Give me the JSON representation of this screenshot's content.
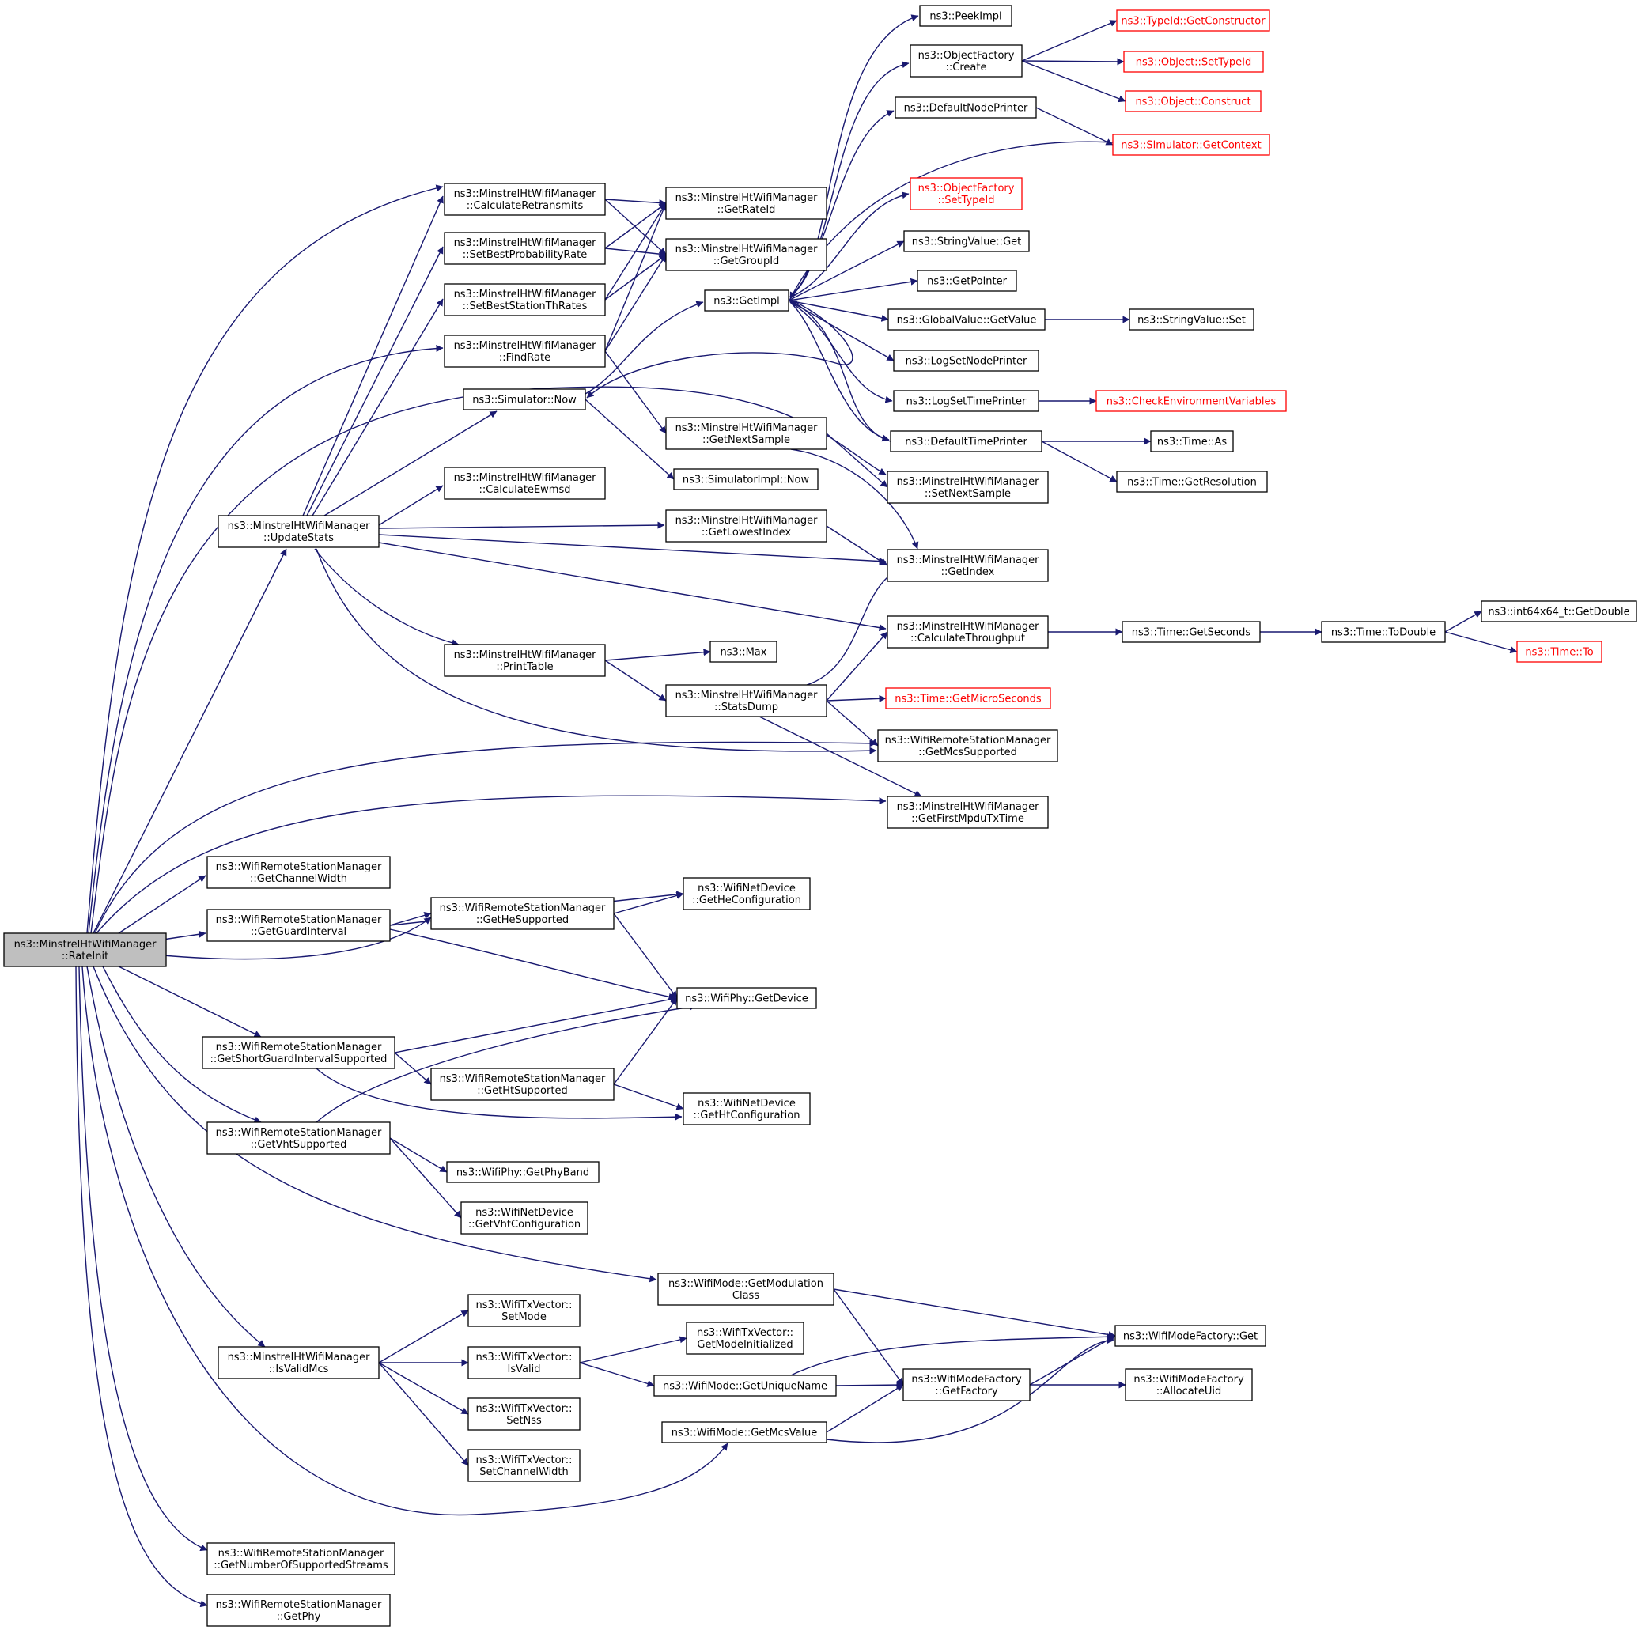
{
  "diagram": {
    "type": "call-graph",
    "colors": {
      "edge": "#191970",
      "node_border": "#000000",
      "truncated_border": "#ff0000",
      "truncated_text": "#ff0000",
      "current_fill": "#bfbfbf",
      "background": "#ffffff"
    },
    "nodes": [
      {
        "id": "rateinit",
        "lines": [
          "ns3::MinstrelHtWifiManager",
          "::RateInit"
        ],
        "style": "current"
      },
      {
        "id": "calcretrans",
        "lines": [
          "ns3::MinstrelHtWifiManager",
          "::CalculateRetransmits"
        ]
      },
      {
        "id": "setbestprob",
        "lines": [
          "ns3::MinstrelHtWifiManager",
          "::SetBestProbabilityRate"
        ]
      },
      {
        "id": "setbestth",
        "lines": [
          "ns3::MinstrelHtWifiManager",
          "::SetBestStationThRates"
        ]
      },
      {
        "id": "findrate",
        "lines": [
          "ns3::MinstrelHtWifiManager",
          "::FindRate"
        ]
      },
      {
        "id": "simnow",
        "lines": [
          "ns3::Simulator::Now"
        ]
      },
      {
        "id": "calcewmsd",
        "lines": [
          "ns3::MinstrelHtWifiManager",
          "::CalculateEwmsd"
        ]
      },
      {
        "id": "updatestats",
        "lines": [
          "ns3::MinstrelHtWifiManager",
          "::UpdateStats"
        ]
      },
      {
        "id": "printtable",
        "lines": [
          "ns3::MinstrelHtWifiManager",
          "::PrintTable"
        ]
      },
      {
        "id": "getrateid",
        "lines": [
          "ns3::MinstrelHtWifiManager",
          "::GetRateId"
        ]
      },
      {
        "id": "getgroupid",
        "lines": [
          "ns3::MinstrelHtWifiManager",
          "::GetGroupId"
        ]
      },
      {
        "id": "getimpl",
        "lines": [
          "ns3::GetImpl"
        ]
      },
      {
        "id": "getnextsample",
        "lines": [
          "ns3::MinstrelHtWifiManager",
          "::GetNextSample"
        ]
      },
      {
        "id": "simimplnow",
        "lines": [
          "ns3::SimulatorImpl::Now"
        ]
      },
      {
        "id": "getlowestindex",
        "lines": [
          "ns3::MinstrelHtWifiManager",
          "::GetLowestIndex"
        ]
      },
      {
        "id": "max",
        "lines": [
          "ns3::Max"
        ]
      },
      {
        "id": "statsdump",
        "lines": [
          "ns3::MinstrelHtWifiManager",
          "::StatsDump"
        ]
      },
      {
        "id": "peekimpl",
        "lines": [
          "ns3::PeekImpl"
        ]
      },
      {
        "id": "ofcreate",
        "lines": [
          "ns3::ObjectFactory",
          "::Create"
        ]
      },
      {
        "id": "defnodeprinter",
        "lines": [
          "ns3::DefaultNodePrinter"
        ]
      },
      {
        "id": "ofsettypeid",
        "lines": [
          "ns3::ObjectFactory",
          "::SetTypeId"
        ],
        "style": "truncated"
      },
      {
        "id": "strvalget",
        "lines": [
          "ns3::StringValue::Get"
        ]
      },
      {
        "id": "getpointer",
        "lines": [
          "ns3::GetPointer"
        ]
      },
      {
        "id": "gvgetvalue",
        "lines": [
          "ns3::GlobalValue::GetValue"
        ]
      },
      {
        "id": "logsetnode",
        "lines": [
          "ns3::LogSetNodePrinter"
        ]
      },
      {
        "id": "logsettime",
        "lines": [
          "ns3::LogSetTimePrinter"
        ]
      },
      {
        "id": "deftimeprinter",
        "lines": [
          "ns3::DefaultTimePrinter"
        ]
      },
      {
        "id": "setnextsample",
        "lines": [
          "ns3::MinstrelHtWifiManager",
          "::SetNextSample"
        ]
      },
      {
        "id": "getindex",
        "lines": [
          "ns3::MinstrelHtWifiManager",
          "::GetIndex"
        ]
      },
      {
        "id": "calcthroughput",
        "lines": [
          "ns3::MinstrelHtWifiManager",
          "::CalculateThroughput"
        ]
      },
      {
        "id": "getmcssupported",
        "lines": [
          "ns3::WifiRemoteStationManager",
          "::GetMcsSupported"
        ]
      },
      {
        "id": "getfirstmpdu",
        "lines": [
          "ns3::MinstrelHtWifiManager",
          "::GetFirstMpduTxTime"
        ]
      },
      {
        "id": "typeidgetctor",
        "lines": [
          "ns3::TypeId::GetConstructor"
        ],
        "style": "truncated"
      },
      {
        "id": "objsettypeid",
        "lines": [
          "ns3::Object::SetTypeId"
        ],
        "style": "truncated"
      },
      {
        "id": "objconstruct",
        "lines": [
          "ns3::Object::Construct"
        ],
        "style": "truncated"
      },
      {
        "id": "simgetcontext",
        "lines": [
          "ns3::Simulator::GetContext"
        ],
        "style": "truncated"
      },
      {
        "id": "strvalset",
        "lines": [
          "ns3::StringValue::Set"
        ]
      },
      {
        "id": "checkenv",
        "lines": [
          "ns3::CheckEnvironmentVariables"
        ],
        "style": "truncated"
      },
      {
        "id": "timeas",
        "lines": [
          "ns3::Time::As"
        ]
      },
      {
        "id": "timegetres",
        "lines": [
          "ns3::Time::GetResolution"
        ]
      },
      {
        "id": "timegetsec",
        "lines": [
          "ns3::Time::GetSeconds"
        ]
      },
      {
        "id": "timetodouble",
        "lines": [
          "ns3::Time::ToDouble"
        ]
      },
      {
        "id": "int64getdouble",
        "lines": [
          "ns3::int64x64_t::GetDouble"
        ]
      },
      {
        "id": "timeto",
        "lines": [
          "ns3::Time::To"
        ],
        "style": "truncated"
      },
      {
        "id": "timegetmicro",
        "lines": [
          "ns3::Time::GetMicroSeconds"
        ],
        "style": "truncated"
      },
      {
        "id": "getchanwidth",
        "lines": [
          "ns3::WifiRemoteStationManager",
          "::GetChannelWidth"
        ]
      },
      {
        "id": "getguardint",
        "lines": [
          "ns3::WifiRemoteStationManager",
          "::GetGuardInterval"
        ]
      },
      {
        "id": "gethesupported",
        "lines": [
          "ns3::WifiRemoteStationManager",
          "::GetHeSupported"
        ]
      },
      {
        "id": "getheconfig",
        "lines": [
          "ns3::WifiNetDevice",
          "::GetHeConfiguration"
        ]
      },
      {
        "id": "phygetdevice",
        "lines": [
          "ns3::WifiPhy::GetDevice"
        ]
      },
      {
        "id": "getsgisupported",
        "lines": [
          "ns3::WifiRemoteStationManager",
          "::GetShortGuardIntervalSupported"
        ]
      },
      {
        "id": "gethtsupported",
        "lines": [
          "ns3::WifiRemoteStationManager",
          "::GetHtSupported"
        ]
      },
      {
        "id": "gethtconfig",
        "lines": [
          "ns3::WifiNetDevice",
          "::GetHtConfiguration"
        ]
      },
      {
        "id": "getvhtsupported",
        "lines": [
          "ns3::WifiRemoteStationManager",
          "::GetVhtSupported"
        ]
      },
      {
        "id": "getphyband",
        "lines": [
          "ns3::WifiPhy::GetPhyBand"
        ]
      },
      {
        "id": "getvhtconfig",
        "lines": [
          "ns3::WifiNetDevice",
          "::GetVhtConfiguration"
        ]
      },
      {
        "id": "getmodclass",
        "lines": [
          "ns3::WifiMode::GetModulation",
          "Class"
        ]
      },
      {
        "id": "modefactoryget",
        "lines": [
          "ns3::WifiModeFactory::Get"
        ]
      },
      {
        "id": "txsetmode",
        "lines": [
          "ns3::WifiTxVector::",
          "SetMode"
        ]
      },
      {
        "id": "isvalidmcs",
        "lines": [
          "ns3::MinstrelHtWifiManager",
          "::IsValidMcs"
        ]
      },
      {
        "id": "txisvalid",
        "lines": [
          "ns3::WifiTxVector::",
          "IsValid"
        ]
      },
      {
        "id": "txgetmodeinit",
        "lines": [
          "ns3::WifiTxVector::",
          "GetModeInitialized"
        ]
      },
      {
        "id": "getuniquename",
        "lines": [
          "ns3::WifiMode::GetUniqueName"
        ]
      },
      {
        "id": "modefactorygetfactory",
        "lines": [
          "ns3::WifiModeFactory",
          "::GetFactory"
        ]
      },
      {
        "id": "allocuid",
        "lines": [
          "ns3::WifiModeFactory",
          "::AllocateUid"
        ]
      },
      {
        "id": "txsetnss",
        "lines": [
          "ns3::WifiTxVector::",
          "SetNss"
        ]
      },
      {
        "id": "getmcsvalue",
        "lines": [
          "ns3::WifiMode::GetMcsValue"
        ]
      },
      {
        "id": "txsetchanwidth",
        "lines": [
          "ns3::WifiTxVector::",
          "SetChannelWidth"
        ]
      },
      {
        "id": "getnumstreams",
        "lines": [
          "ns3::WifiRemoteStationManager",
          "::GetNumberOfSupportedStreams"
        ]
      },
      {
        "id": "getphy",
        "lines": [
          "ns3::WifiRemoteStationManager",
          "::GetPhy"
        ]
      }
    ],
    "edges": [
      [
        "rateinit",
        "calcretrans"
      ],
      [
        "rateinit",
        "findrate"
      ],
      [
        "rateinit",
        "setnextsample"
      ],
      [
        "rateinit",
        "updatestats"
      ],
      [
        "rateinit",
        "getmcssupported"
      ],
      [
        "rateinit",
        "getfirstmpdu"
      ],
      [
        "rateinit",
        "getchanwidth"
      ],
      [
        "rateinit",
        "getguardint"
      ],
      [
        "rateinit",
        "gethesupported"
      ],
      [
        "rateinit",
        "getsgisupported"
      ],
      [
        "rateinit",
        "getvhtsupported"
      ],
      [
        "rateinit",
        "getmodclass"
      ],
      [
        "rateinit",
        "isvalidmcs"
      ],
      [
        "rateinit",
        "getmcsvalue"
      ],
      [
        "rateinit",
        "getnumstreams"
      ],
      [
        "rateinit",
        "getphy"
      ],
      [
        "calcretrans",
        "getrateid"
      ],
      [
        "calcretrans",
        "getgroupid"
      ],
      [
        "setbestprob",
        "getrateid"
      ],
      [
        "setbestprob",
        "getgroupid"
      ],
      [
        "setbestth",
        "getrateid"
      ],
      [
        "setbestth",
        "getgroupid"
      ],
      [
        "findrate",
        "getrateid"
      ],
      [
        "findrate",
        "getgroupid"
      ],
      [
        "findrate",
        "getnextsample"
      ],
      [
        "simnow",
        "getimpl"
      ],
      [
        "simnow",
        "simimplnow"
      ],
      [
        "updatestats",
        "calcretrans"
      ],
      [
        "updatestats",
        "setbestprob"
      ],
      [
        "updatestats",
        "setbestth"
      ],
      [
        "updatestats",
        "simnow"
      ],
      [
        "updatestats",
        "calcewmsd"
      ],
      [
        "updatestats",
        "getlowestindex"
      ],
      [
        "updatestats",
        "getindex"
      ],
      [
        "updatestats",
        "calcthroughput"
      ],
      [
        "updatestats",
        "printtable"
      ],
      [
        "updatestats",
        "getmcssupported"
      ],
      [
        "printtable",
        "max"
      ],
      [
        "printtable",
        "statsdump"
      ],
      [
        "getimpl",
        "peekimpl"
      ],
      [
        "getimpl",
        "ofcreate"
      ],
      [
        "getimpl",
        "defnodeprinter"
      ],
      [
        "getimpl",
        "ofsettypeid"
      ],
      [
        "getimpl",
        "strvalget"
      ],
      [
        "getimpl",
        "getpointer"
      ],
      [
        "getimpl",
        "gvgetvalue"
      ],
      [
        "getimpl",
        "logsetnode"
      ],
      [
        "getimpl",
        "logsettime"
      ],
      [
        "getimpl",
        "deftimeprinter"
      ],
      [
        "getimpl",
        "simnow"
      ],
      [
        "ofcreate",
        "typeidgetctor"
      ],
      [
        "ofcreate",
        "objsettypeid"
      ],
      [
        "ofcreate",
        "objconstruct"
      ],
      [
        "defnodeprinter",
        "simgetcontext"
      ],
      [
        "simgetcontext",
        "getimpl"
      ],
      [
        "gvgetvalue",
        "strvalset"
      ],
      [
        "logsettime",
        "checkenv"
      ],
      [
        "deftimeprinter",
        "timeas"
      ],
      [
        "deftimeprinter",
        "timegetres"
      ],
      [
        "deftimeprinter",
        "getimpl"
      ],
      [
        "getnextsample",
        "setnextsample"
      ],
      [
        "getnextsample",
        "getindex"
      ],
      [
        "getlowestindex",
        "getindex"
      ],
      [
        "statsdump",
        "getindex"
      ],
      [
        "statsdump",
        "calcthroughput"
      ],
      [
        "statsdump",
        "timegetmicro"
      ],
      [
        "statsdump",
        "getmcssupported"
      ],
      [
        "statsdump",
        "getfirstmpdu"
      ],
      [
        "calcthroughput",
        "timegetsec"
      ],
      [
        "timegetsec",
        "timetodouble"
      ],
      [
        "timetodouble",
        "int64getdouble"
      ],
      [
        "timetodouble",
        "timeto"
      ],
      [
        "getguardint",
        "getheconfig"
      ],
      [
        "getguardint",
        "gethesupported"
      ],
      [
        "getguardint",
        "phygetdevice"
      ],
      [
        "gethesupported",
        "getheconfig"
      ],
      [
        "gethesupported",
        "phygetdevice"
      ],
      [
        "getsgisupported",
        "phygetdevice"
      ],
      [
        "getsgisupported",
        "gethtsupported"
      ],
      [
        "getsgisupported",
        "gethtconfig"
      ],
      [
        "gethtsupported",
        "phygetdevice"
      ],
      [
        "gethtsupported",
        "gethtconfig"
      ],
      [
        "getvhtsupported",
        "phygetdevice"
      ],
      [
        "getvhtsupported",
        "getphyband"
      ],
      [
        "getvhtsupported",
        "getvhtconfig"
      ],
      [
        "getmodclass",
        "modefactoryget"
      ],
      [
        "getmodclass",
        "modefactorygetfactory"
      ],
      [
        "isvalidmcs",
        "txsetmode"
      ],
      [
        "isvalidmcs",
        "txisvalid"
      ],
      [
        "isvalidmcs",
        "txsetnss"
      ],
      [
        "isvalidmcs",
        "txsetchanwidth"
      ],
      [
        "txisvalid",
        "txgetmodeinit"
      ],
      [
        "txisvalid",
        "getuniquename"
      ],
      [
        "getuniquename",
        "modefactoryget"
      ],
      [
        "getuniquename",
        "modefactorygetfactory"
      ],
      [
        "modefactorygetfactory",
        "modefactoryget"
      ],
      [
        "modefactorygetfactory",
        "allocuid"
      ],
      [
        "getmcsvalue",
        "modefactorygetfactory"
      ],
      [
        "getmcsvalue",
        "modefactoryget"
      ]
    ]
  }
}
